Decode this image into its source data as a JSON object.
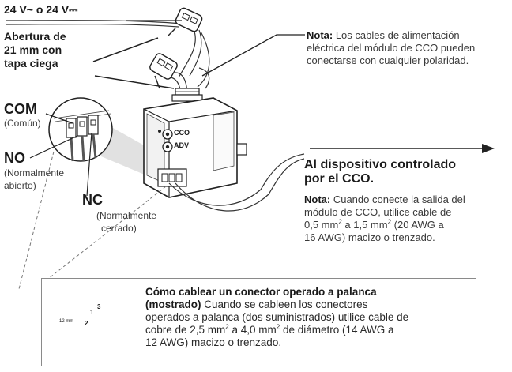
{
  "power_label": "24 V~ o 24 V⎓",
  "knockout_label": [
    "Abertura de",
    "21 mm con",
    "tapa ciega"
  ],
  "terminals": {
    "com": {
      "name": "COM",
      "desc": "(Común)"
    },
    "no": {
      "name": "NO",
      "desc": [
        "(Normalmente",
        "abierto)"
      ]
    },
    "nc": {
      "name": "NC",
      "desc": [
        "(Normalmente",
        "cerrado)"
      ]
    }
  },
  "module_leds": {
    "cco": "CCO",
    "adv": "ADV"
  },
  "polarity_note": {
    "bold": "Nota:",
    "lines": [
      " Los cables de alimentación",
      "eléctrica del módulo de CCO pueden",
      "conectarse con cualquier polaridad."
    ]
  },
  "controlled_device": {
    "title": [
      "Al dispositivo controlado",
      "por el CCO."
    ],
    "note_bold": "Nota:",
    "note_line1": " Cuando conecte la salida del",
    "note_line2": "módulo de CCO, utilice cable de",
    "note_line3_a": "0,5 mm",
    "note_line3_b": " a 1,5 mm",
    "note_line3_c": " (20 AWG a",
    "note_line4": "16 AWG) macizo o trenzado."
  },
  "lever_connector": {
    "heading_line1": "Cómo cablear un conector operado a palanca",
    "heading_line2_bold": "(mostrado)",
    "line2_rest": " Cuando se cableen los conectores",
    "line3": "operados a palanca (dos suministrados) utilice cable de",
    "line4_a": "cobre de 2,5 mm",
    "line4_b": " a 4,0 mm",
    "line4_c": " de diámetro (14 AWG a",
    "line5": "12 AWG) macizo o trenzado.",
    "strip_length": "12 mm",
    "steps": [
      "1",
      "2",
      "3"
    ],
    "superscript": "2"
  }
}
